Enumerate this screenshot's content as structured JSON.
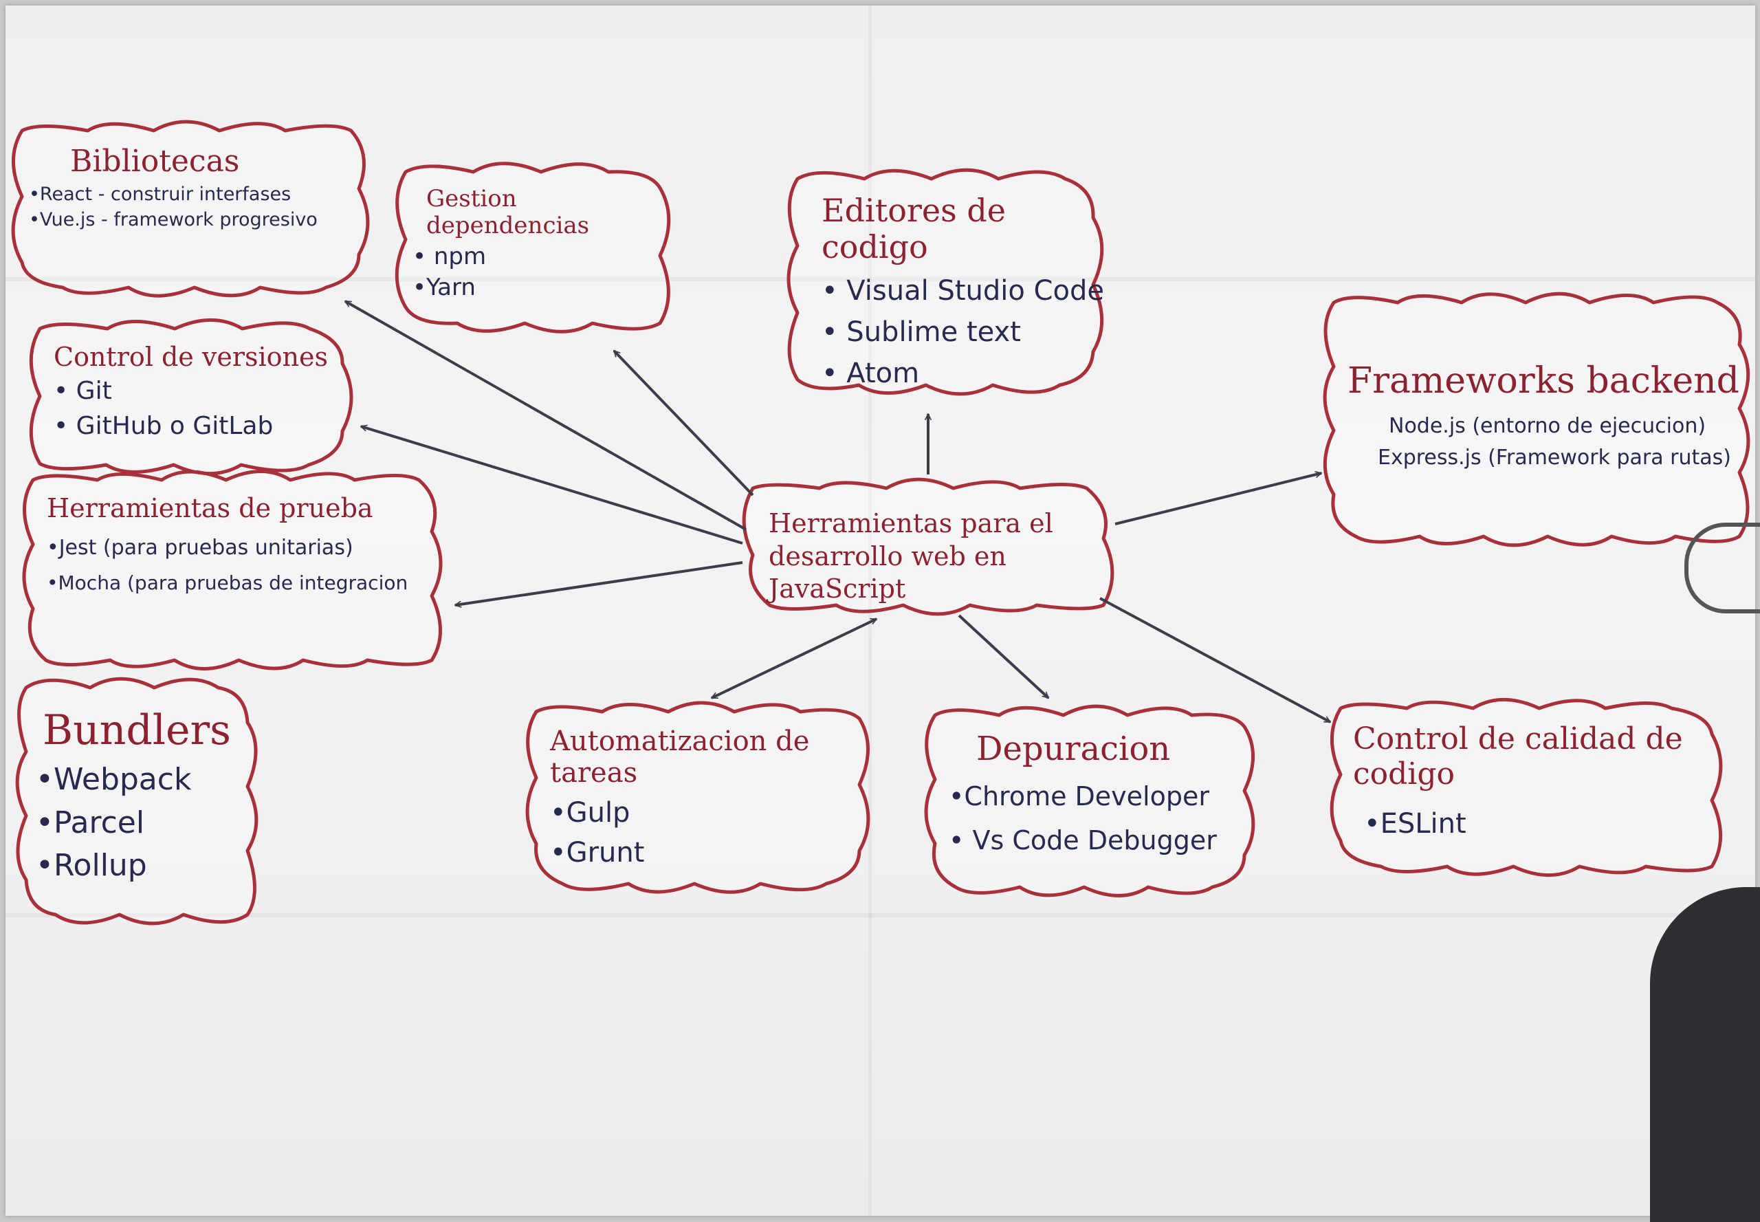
{
  "center": {
    "line1": "Herramientas para el",
    "line2": "desarrollo web en JavaScript"
  },
  "nodes": {
    "bibliotecas": {
      "title": "Bibliotecas",
      "items": [
        "•React - construir interfases",
        "•Vue.js - framework progresivo"
      ]
    },
    "gestion": {
      "title": "Gestion dependencias",
      "items": [
        "• npm",
        "•Yarn"
      ]
    },
    "editores": {
      "title": "Editores de codigo",
      "items": [
        "• Visual Studio Code",
        "• Sublime text",
        "• Atom"
      ]
    },
    "frameworks": {
      "title": "Frameworks backend",
      "items": [
        "Node.js (entorno de ejecucion)",
        "Express.js (Framework para rutas)"
      ]
    },
    "versiones": {
      "title": "Control de versiones",
      "items": [
        "• Git",
        "• GitHub o GitLab"
      ]
    },
    "pruebas": {
      "title": "Herramientas de prueba",
      "items": [
        "•Jest (para pruebas unitarias)",
        "•Mocha (para pruebas de integracion"
      ]
    },
    "bundlers": {
      "title": "Bundlers",
      "items": [
        "•Webpack",
        "•Parcel",
        "•Rollup"
      ]
    },
    "automatizacion": {
      "title": "Automatizacion de tareas",
      "items": [
        "•Gulp",
        "•Grunt"
      ]
    },
    "depuracion": {
      "title": "Depuracion",
      "items": [
        "•Chrome Developer",
        "• Vs Code Debugger"
      ]
    },
    "calidad": {
      "title": "Control de calidad de codigo",
      "items": [
        "•ESLint"
      ]
    }
  },
  "colors": {
    "cloud_outline": "#a8303b",
    "heading_text": "#8c2130",
    "item_text": "#27294f",
    "arrows": "#3b3d4a",
    "paper": "#f0f0f0"
  }
}
